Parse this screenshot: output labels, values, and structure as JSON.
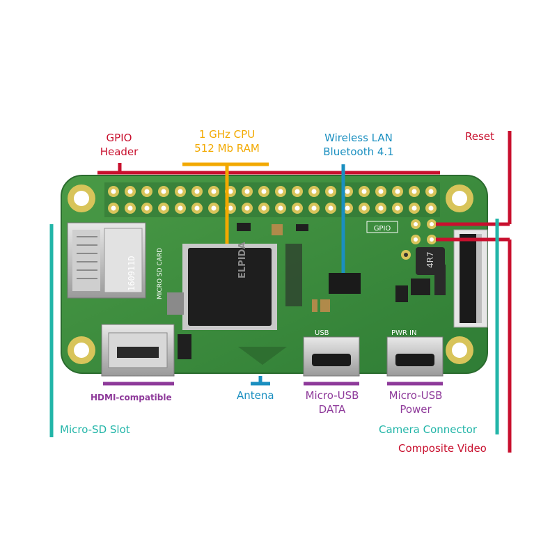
{
  "colors": {
    "gpio": "#c8102e",
    "cpu": "#f2a900",
    "wireless": "#1a8fc0",
    "ports": "#8e3a9a",
    "slots": "#22b5a8",
    "board": "#3c8e3e"
  },
  "labels": {
    "gpio_header": [
      "GPIO",
      "Header"
    ],
    "cpu": [
      "1 GHz CPU",
      "512 Mb RAM"
    ],
    "wireless": [
      "Wireless LAN",
      "Bluetooth 4.1"
    ],
    "reset": "Reset",
    "hdmi": "HDMI-compatible",
    "antenna": "Antena",
    "usb_data": [
      "Micro-USB",
      "DATA"
    ],
    "usb_power": [
      "Micro-USB",
      "Power"
    ],
    "microsd": "Micro-SD Slot",
    "camera": "Camera Connector",
    "composite": "Composite Video"
  },
  "board_print": {
    "sd_card": "MICRO SD CARD",
    "serial": "160911D",
    "gpio": "GPIO",
    "usb": "USB",
    "pwr_in": "PWR  IN",
    "cpu_chip": "ELPIDA",
    "inductor": "4R7"
  }
}
